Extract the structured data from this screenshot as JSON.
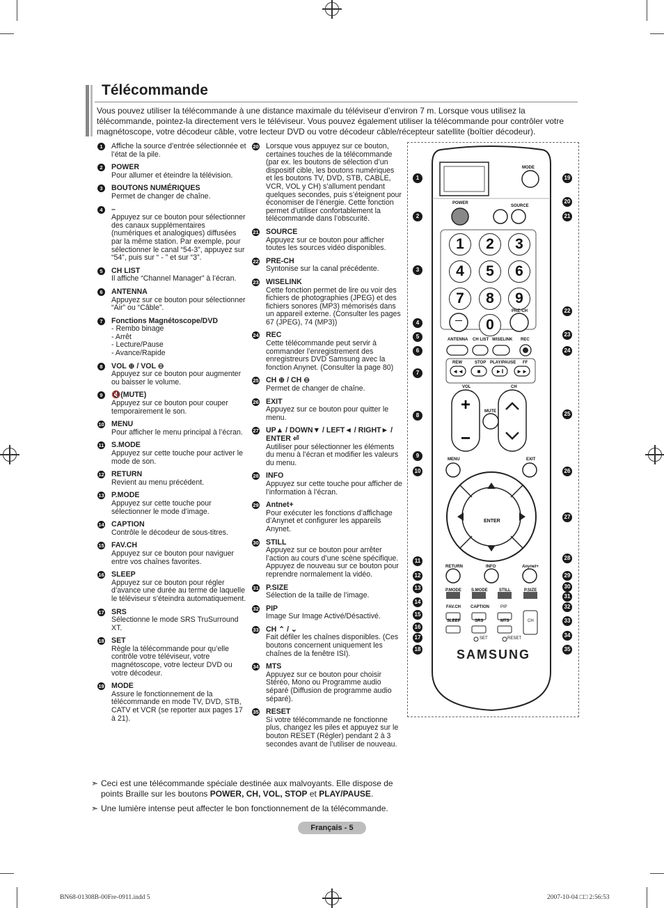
{
  "title": "Télécommande",
  "intro": "Vous pouvez utiliser la télécommande à une distance maximale du téléviseur d’environ 7 m. Lorsque vous utilisez la télécommande, pointez-la directement vers le téléviseur. Vous pouvez également utiliser la télécommande pour contrôler votre magnétoscope, votre décodeur câble, votre lecteur DVD ou votre décodeur câble/récepteur satellite (boîtier décodeur).",
  "left_items": [
    {
      "n": "1",
      "head": "",
      "text": "Affiche la source d’entrée sélectionnée et l’état de la pile."
    },
    {
      "n": "2",
      "head": "POWER",
      "text": "Pour allumer et éteindre la télévision."
    },
    {
      "n": "3",
      "head": "BOUTONS NUMÉRIQUES",
      "text": "Permet de changer de chaîne."
    },
    {
      "n": "4",
      "head": "–",
      "text": "Appuyez sur ce bouton pour sélectionner des canaux supplémentaires (numériques et analogiques) diffusées par la même station. Par exemple, pour sélectionner le canal “54-3”, appuyez sur “54”, puis sur “ - ” et sur “3”."
    },
    {
      "n": "5",
      "head": "CH LIST",
      "text": "Il affiche “Channel Manager” à l’écran."
    },
    {
      "n": "6",
      "head": "ANTENNA",
      "text": "Appuyez sur ce bouton pour sélectionner “Air” ou “Câble”."
    },
    {
      "n": "7",
      "head": "Fonctions Magnétoscope/DVD",
      "text": "- Rembo binage\n- Arrêt\n- Lecture/Pause\n- Avance/Rapide"
    },
    {
      "n": "8",
      "head": "VOL ⊕ / VOL ⊖",
      "text": "Appuyez sur ce bouton pour augmenter ou baisser le volume."
    },
    {
      "n": "9",
      "head": "🔇(MUTE)",
      "text": "Appuyez sur ce bouton pour couper temporairement le son."
    },
    {
      "n": "10",
      "head": "MENU",
      "text": "Pour afficher le menu principal à l’écran."
    },
    {
      "n": "11",
      "head": "S.MODE",
      "text": "Appuyez sur cette touche pour activer le mode de son."
    },
    {
      "n": "12",
      "head": "RETURN",
      "text": "Revient au menu précédent."
    },
    {
      "n": "13",
      "head": "P.MODE",
      "text": "Appuyez sur cette touche pour sélectionner le mode d’image."
    },
    {
      "n": "14",
      "head": "CAPTION",
      "text": "Contrôle le décodeur de sous-titres."
    },
    {
      "n": "15",
      "head": "FAV.CH",
      "text": "Appuyez sur ce bouton pour naviguer entre vos chaînes favorites."
    },
    {
      "n": "16",
      "head": "SLEEP",
      "text": "Appuyez sur ce bouton pour régler d’avance une durée au terme de laquelle le téléviseur s’éteindra automatiquement."
    },
    {
      "n": "17",
      "head": "SRS",
      "text": "Sélectionne le mode SRS TruSurround XT."
    },
    {
      "n": "18",
      "head": "SET",
      "text": "Règle la télécommande pour qu’elle contrôle votre téléviseur, votre magnétoscope, votre lecteur DVD ou votre décodeur."
    },
    {
      "n": "19",
      "head": "MODE",
      "text": "Assure le fonctionnement de la télécommande en mode TV, DVD, STB, CATV et VCR (se reporter aux pages 17 à 21)."
    }
  ],
  "right_items": [
    {
      "n": "20",
      "head": "",
      "text": "Lorsque vous appuyez sur ce bouton, certaines touches de la télécommande (par ex. les boutons de sélection d’un dispositif cible, les boutons numériques et les boutons TV, DVD, STB, CABLE, VCR, VOL y CH) s’allument pendant quelques secondes, puis s’éteignent pour économiser de l’énergie. Cette fonction permet d’utiliser confortablement la télécommande dans l’obscurité."
    },
    {
      "n": "21",
      "head": "SOURCE",
      "text": "Appuyez sur ce bouton pour afficher toutes les sources vidéo disponibles."
    },
    {
      "n": "22",
      "head": "PRE-CH",
      "text": "Syntonise sur la canal précédente."
    },
    {
      "n": "23",
      "head": "WISELINK",
      "text": "Cette fonction permet de lire ou voir des fichiers de photographies (JPEG) et des fichiers sonores (MP3) mémorisés dans un appareil externe. (Consulter les pages 67 (JPEG), 74 (MP3))"
    },
    {
      "n": "24",
      "head": "REC",
      "text": "Cette télécommande peut servir à commander l’enregistrement des enregistreurs DVD Samsung avec la fonction Anynet. (Consulter la page 80)"
    },
    {
      "n": "25",
      "head": "CH ⊕ / CH ⊖",
      "text": "Permet de changer de chaîne."
    },
    {
      "n": "26",
      "head": "EXIT",
      "text": "Appuyez sur ce bouton pour quitter le menu."
    },
    {
      "n": "27",
      "head": "UP▲ / DOWN▼ / LEFT◄ / RIGHT► / ENTER ⏎",
      "text": "Autiliser pour sélectionner les éléments du menu à l’écran et modifier les valeurs du menu."
    },
    {
      "n": "28",
      "head": "INFO",
      "text": "Appuyez sur cette touche pour afficher de l’information à l’écran."
    },
    {
      "n": "29",
      "head": "Antnet+",
      "text": "Pour exécuter les fonctions d’affichage d’Anynet et configurer les appareils Anynet."
    },
    {
      "n": "30",
      "head": "STILL",
      "text": "Appuyez sur ce bouton pour arrêter l’action au cours d’une scène spécifique. Appuyez de nouveau sur ce bouton pour reprendre normalement la vidéo."
    },
    {
      "n": "31",
      "head": "P.SIZE",
      "text": "Sélection de la taille de l’image."
    },
    {
      "n": "32",
      "head": "PIP",
      "text": "Image Sur Image Activé/Désactivé."
    },
    {
      "n": "33",
      "head": "CH ⌃ / ⌄",
      "text": "Fait défiler les chaînes disponibles. (Ces boutons concernent uniquement les chaînes de la fenêtre ISI)."
    },
    {
      "n": "34",
      "head": "MTS",
      "text": "Appuyez sur ce bouton pour choisir Stéréo, Mono ou Programme audio séparé (Diffusion de programme audio séparé)."
    },
    {
      "n": "35",
      "head": "RESET",
      "text": "Si votre télécommande ne fonctionne plus, changez les piles et appuyez sur le bouton RESET (Régler) pendant 2 à 3 secondes avant de l’utiliser de nouveau."
    }
  ],
  "remote": {
    "mode": "MODE",
    "power": "POWER",
    "source": "SOURCE",
    "digits": [
      "1",
      "2",
      "3",
      "4",
      "5",
      "6",
      "7",
      "8",
      "9",
      "0"
    ],
    "dash": "—",
    "prech": "PRE-CH",
    "antenna": "ANTENNA",
    "chlist": "CH LIST",
    "wiselink": "WISELINK",
    "rec": "REC",
    "rew": "REW",
    "stop": "STOP",
    "playpause": "PLAY/PAUSE",
    "ff": "FF",
    "vol": "VOL",
    "ch": "CH",
    "mute": "MUTE",
    "menu": "MENU",
    "exit": "EXIT",
    "enter": "ENTER",
    "return": "RETURN",
    "info": "INFO",
    "anynet": "Anynet+",
    "pmode": "P.MODE",
    "smode": "S.MODE",
    "still": "STILL",
    "psize": "P.SIZE",
    "favch": "FAV.CH",
    "caption": "CAPTION",
    "pip": "PIP",
    "sleep": "SLEEP",
    "srs": "SRS",
    "mts": "MTS",
    "set": "SET",
    "reset": "RESET",
    "brand": "SAMSUNG"
  },
  "notes": {
    "n1_a": "Ceci est une télécommande spéciale destinée aux malvoyants. Elle dispose de points Braille sur les boutons ",
    "n1_b": "POWER, CH, VOL, STOP",
    "n1_c": " et ",
    "n1_d": "PLAY/PAUSE",
    "n1_e": ".",
    "n2": "Une lumière intense peut affecter le bon fonctionnement de la télécommande.",
    "arrow": "➣"
  },
  "page_label": "Français - 5",
  "footer_left": "BN68-01308B-00Fre-0911.indd   5",
  "footer_right": "2007-10-04   □□ 2:56:53"
}
